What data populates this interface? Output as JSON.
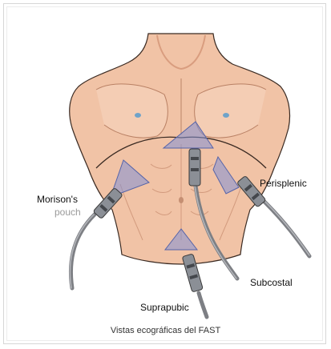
{
  "labels": {
    "morison_line1": "Morison's",
    "morison_line2": "pouch",
    "perisplenic": "Perisplenic",
    "subcostal": "Subcostal",
    "suprapubic": "Suprapubic"
  },
  "caption": "Vistas ecográficas del FAST",
  "colors": {
    "skin": "#f1c3a6",
    "skin_shadow": "#d99d7f",
    "outline": "#3a2a22",
    "probe_fan": "#7f8fd6",
    "probe_body": "#8b8f96",
    "cable": "#7d7f84",
    "nipple": "#6fa3c9"
  }
}
